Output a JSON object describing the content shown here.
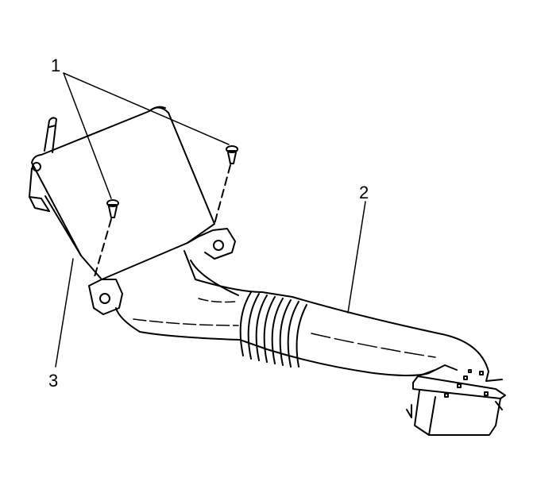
{
  "callouts": {
    "fastener": "1",
    "duct": "2",
    "module": "3"
  },
  "colors": {
    "line": "#000000",
    "background": "#ffffff"
  }
}
